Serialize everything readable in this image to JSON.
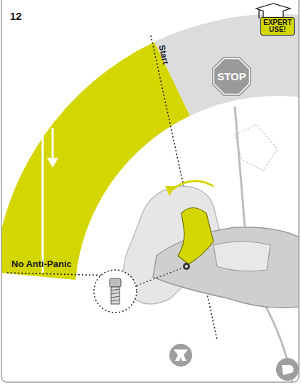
{
  "diagram": {
    "nodes": [
      {
        "text": [
          "EXPERT USE!"
        ]
      },
      {
        "text": [
          "STOP"
        ]
      }
    ],
    "labels": [
      "12",
      "Start",
      "No Anti-Panic"
    ]
  }
}
